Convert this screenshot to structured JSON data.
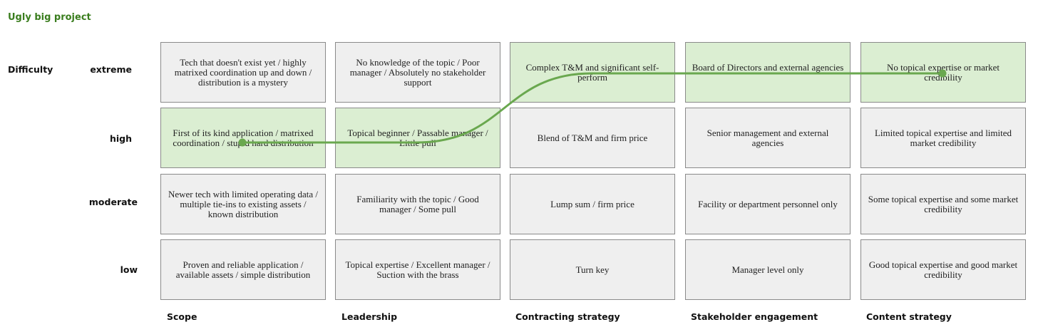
{
  "title": "Ugly big project",
  "axis_label": "Difficulty",
  "row_labels": [
    "extreme",
    "high",
    "moderate",
    "low"
  ],
  "column_labels": [
    "Scope",
    "Leadership",
    "Contracting strategy",
    "Stakeholder engagement",
    "Content strategy"
  ],
  "rows": [
    {
      "level": "extreme",
      "cells": [
        {
          "text": "Tech that doesn't exist yet / highly matrixed coordination up and down / distribution is a mystery",
          "highlighted": false
        },
        {
          "text": "No knowledge of the topic / Poor manager / Absolutely no stakeholder support",
          "highlighted": false
        },
        {
          "text": "Complex T&M and significant self-perform",
          "highlighted": true
        },
        {
          "text": "Board of Directors and external agencies",
          "highlighted": true
        },
        {
          "text": "No topical expertise or market credibility",
          "highlighted": true
        }
      ]
    },
    {
      "level": "high",
      "cells": [
        {
          "text": "First of its kind application / matrixed coordination / stupid hard distribution",
          "highlighted": true
        },
        {
          "text": "Topical beginner / Passable manager / Little pull",
          "highlighted": true
        },
        {
          "text": "Blend of T&M and firm price",
          "highlighted": false
        },
        {
          "text": "Senior management and external agencies",
          "highlighted": false
        },
        {
          "text": "Limited topical expertise and limited market credibility",
          "highlighted": false
        }
      ]
    },
    {
      "level": "moderate",
      "cells": [
        {
          "text": "Newer tech with limited operating data / multiple tie-ins to existing assets / known distribution",
          "highlighted": false
        },
        {
          "text": "Familiarity with the topic / Good manager / Some pull",
          "highlighted": false
        },
        {
          "text": "Lump sum / firm price",
          "highlighted": false
        },
        {
          "text": "Facility or department personnel only",
          "highlighted": false
        },
        {
          "text": "Some topical expertise and some market credibility",
          "highlighted": false
        }
      ]
    },
    {
      "level": "low",
      "cells": [
        {
          "text": "Proven and reliable application / available assets / simple distribution",
          "highlighted": false
        },
        {
          "text": "Topical expertise / Excellent manager / Suction with the brass",
          "highlighted": false
        },
        {
          "text": "Turn key",
          "highlighted": false
        },
        {
          "text": "Manager level only",
          "highlighted": false
        },
        {
          "text": "Good topical expertise and good market credibility",
          "highlighted": false
        }
      ]
    }
  ],
  "profile_path": [
    "high",
    "high",
    "extreme",
    "extreme",
    "extreme"
  ],
  "colors": {
    "title": "#3a7d1e",
    "highlight_fill": "#dbeed2",
    "default_fill": "#efefef",
    "path_line": "#6aa84f"
  }
}
